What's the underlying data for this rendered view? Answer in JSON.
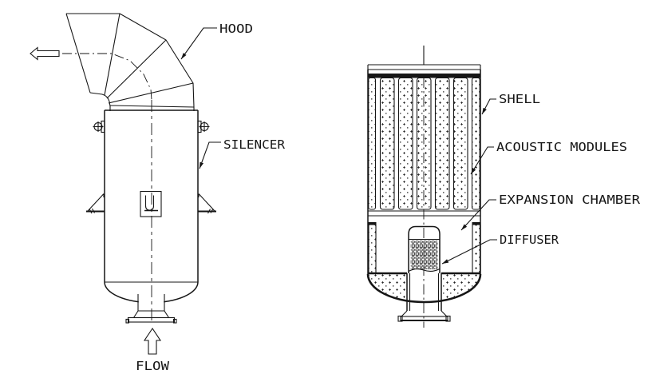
{
  "drawing": {
    "type": "technical-diagram",
    "subject": "vent silencer with discharge hood (exterior view and cross-section)",
    "background": "#ffffff",
    "line_color": "#161616",
    "views": [
      {
        "name": "exterior view",
        "labels_shown": [
          "HOOD",
          "SILENCER",
          "FLOW"
        ]
      },
      {
        "name": "cross-section view",
        "labels_shown": [
          "SHELL",
          "ACOUSTIC MODULES",
          "EXPANSION CHAMBER",
          "DIFFUSER"
        ]
      }
    ],
    "labels": {
      "hood": "HOOD",
      "silencer": "SILENCER",
      "flow": "FLOW",
      "shell": "SHELL",
      "acoustic_modules": "ACOUSTIC MODULES",
      "expansion_chamber": "EXPANSION CHAMBER",
      "diffuser": "DIFFUSER"
    }
  }
}
